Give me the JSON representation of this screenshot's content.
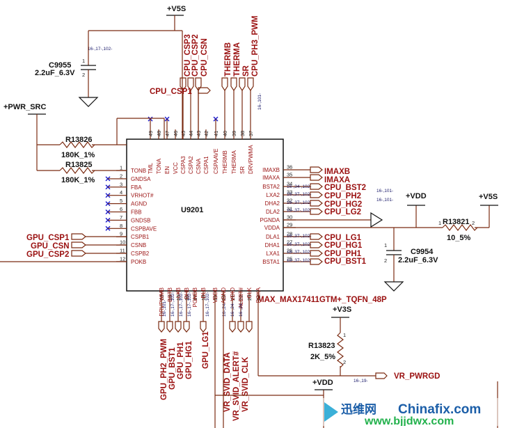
{
  "rails": {
    "v5s_top": "+V5S",
    "pwr_src": "+PWR_SRC",
    "vdd_right": "+VDD",
    "v5s_right": "+V5S",
    "v3s": "+V3S",
    "vdd_bottom": "+VDD"
  },
  "chip": {
    "ref": "U9201",
    "part": "MAX_MAX17411GTM+_TQFN_48P",
    "top_pins": [
      {
        "num": "49",
        "name": "TML"
      },
      {
        "num": "48",
        "name": "TONA"
      },
      {
        "num": "47",
        "name": "EN"
      },
      {
        "num": "46",
        "name": "VCC"
      },
      {
        "num": "45",
        "name": "CSPA3"
      },
      {
        "num": "44",
        "name": "CSPA2"
      },
      {
        "num": "43",
        "name": "CSNA"
      },
      {
        "num": "42",
        "name": "CSPA1"
      },
      {
        "num": "41",
        "name": "CSPAAVE"
      },
      {
        "num": "40",
        "name": "THERMB"
      },
      {
        "num": "39",
        "name": "THERMA"
      },
      {
        "num": "38",
        "name": "SR"
      },
      {
        "num": "37",
        "name": "DRVPWMA"
      }
    ],
    "left_pins": [
      {
        "num": "1",
        "name": "TONB"
      },
      {
        "num": "2",
        "name": "GNDSA"
      },
      {
        "num": "3",
        "name": "FBA"
      },
      {
        "num": "4",
        "name": "VRHOT#"
      },
      {
        "num": "5",
        "name": "AGND"
      },
      {
        "num": "6",
        "name": "FBB"
      },
      {
        "num": "7",
        "name": "GNDSB"
      },
      {
        "num": "8",
        "name": "CSPBAVE"
      },
      {
        "num": "9",
        "name": "CSPB1"
      },
      {
        "num": "10",
        "name": "CSNB"
      },
      {
        "num": "11",
        "name": "CSPB2"
      },
      {
        "num": "12",
        "name": "POKB"
      }
    ],
    "right_pins": [
      {
        "num": "36",
        "name": "IMAXB"
      },
      {
        "num": "35",
        "name": "IMAXA"
      },
      {
        "num": "34",
        "name": "BSTA2"
      },
      {
        "num": "33",
        "name": "LXA2"
      },
      {
        "num": "32",
        "name": "DHA2"
      },
      {
        "num": "31",
        "name": "DLA2"
      },
      {
        "num": "30",
        "name": "PGNDA"
      },
      {
        "num": "29",
        "name": "VDDA"
      },
      {
        "num": "28",
        "name": "DLA1"
      },
      {
        "num": "27",
        "name": "DHA1"
      },
      {
        "num": "26",
        "name": "LXA1"
      },
      {
        "num": "25",
        "name": "BSTA1"
      }
    ],
    "bottom_pins": [
      {
        "num": "13",
        "name": "DRVPWMB"
      },
      {
        "num": "14",
        "name": "BSTB"
      },
      {
        "num": "15",
        "name": "LXB"
      },
      {
        "num": "16",
        "name": "DHB"
      },
      {
        "num": "17",
        "name": "PGNDB"
      },
      {
        "num": "18",
        "name": "DLB"
      },
      {
        "num": "19",
        "name": "VDDB"
      },
      {
        "num": "20",
        "name": "AGND"
      },
      {
        "num": "21",
        "name": "VDIO"
      },
      {
        "num": "22",
        "name": "ALERT#"
      },
      {
        "num": "23",
        "name": "CLK"
      },
      {
        "num": "24",
        "name": "POKA"
      }
    ]
  },
  "components": {
    "c9955": {
      "ref": "C9955",
      "value": "2.2uF_6.3V",
      "pin1": "1",
      "pin2": "2"
    },
    "c9954": {
      "ref": "C9954",
      "value": "2.2uF_6.3V",
      "pin1": "1",
      "pin2": "2"
    },
    "r13826": {
      "ref": "R13826",
      "value": "180K_1%"
    },
    "r13825": {
      "ref": "R13825",
      "value": "180K_1%"
    },
    "r13821": {
      "ref": "R13821",
      "value": "10_5%",
      "pin1": "1",
      "pin2": "2"
    },
    "r13823": {
      "ref": "R13823",
      "value": "2K_5%",
      "pin1": "1",
      "pin2": "2"
    }
  },
  "nets": {
    "top": [
      "CPU_CSP3",
      "CPU_CSP2",
      "CPU_CSN",
      "THERMB",
      "THERMA",
      "SR",
      "CPU_PH3_PWM"
    ],
    "cpu_csp1": "CPU_CSP1",
    "left": [
      "GPU_CSP1",
      "GPU_CSN",
      "GPU_CSP2"
    ],
    "right": [
      "IMAXB",
      "IMAXA",
      "CPU_BST2",
      "CPU_PH2",
      "CPU_HG2",
      "CPU_LG2",
      "CPU_LG1",
      "CPU_HG1",
      "CPU_PH1",
      "CPU_BST1"
    ],
    "bottom": [
      "GPU_PH2_PWM",
      "GPU_BST1",
      "GPU_PH1",
      "GPU_HG1",
      "GPU_LG1",
      "VR_SVID_DATA",
      "VR_SVID_ALERT#",
      "VR_SVID_CLK"
    ],
    "vr_pwrgd": "VR_PWRGD"
  },
  "refs": {
    "c9955_ref": "16-,17-,102-",
    "ph3_ref": "16-,101-",
    "right_refs": [
      "16-,34-,102-",
      "16-,37-,102-",
      "16-,37-,102-",
      "16-,37-,102-",
      "16-,37-,102-",
      "16-,37-,102-",
      "16-,37-,102-",
      "16-,37-,102-"
    ],
    "vdd_ref1": "16-,101-",
    "vdd_ref2": "16-,101-",
    "bottom_refs": [
      "16-,101-",
      "16-,17-,102-",
      "16-,17-,102-",
      "16-,17-,102-",
      "16-,17-,102-",
      "16-,24-",
      "16-,24-",
      "16-,24-"
    ],
    "pwrgd_ref": "16-,19-"
  },
  "watermark": {
    "cn": "迅维网",
    "site1": "Chinafix.com",
    "site2": "www.bjjdwx.com"
  },
  "colors": {
    "wire": "#7a2a10",
    "label": "#9a1010",
    "ref": "#1a1a6a",
    "noconnect": "#1a1acc",
    "watermark_green": "#22b14c",
    "watermark_blue": "#1b5ea8"
  }
}
